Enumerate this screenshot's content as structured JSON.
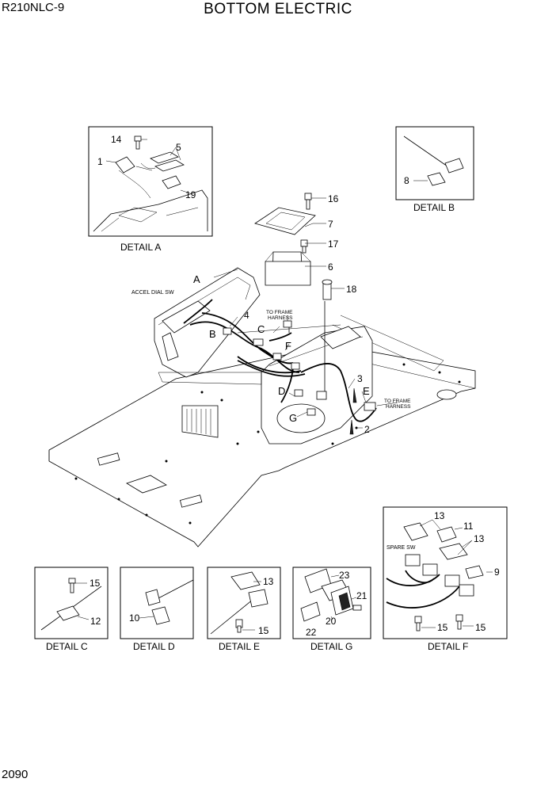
{
  "header": {
    "model": "R210NLC-9",
    "title": "BOTTOM ELECTRIC"
  },
  "footer": {
    "page_number": "2090"
  },
  "detail_labels": {
    "a": "DETAIL A",
    "b": "DETAIL B",
    "c": "DETAIL C",
    "d": "DETAIL D",
    "e": "DETAIL E",
    "f": "DETAIL F",
    "g": "DETAIL  G"
  },
  "callouts": {
    "p1": "1",
    "p2": "2",
    "p3": "3",
    "p4": "4",
    "p5": "5",
    "p6": "6",
    "p7": "7",
    "p8": "8",
    "p9": "9",
    "p10": "10",
    "p11": "11",
    "p12": "12",
    "p13": "13",
    "p14": "14",
    "p15": "15",
    "p16": "16",
    "p17": "17",
    "p18": "18",
    "p19": "19",
    "p20": "20",
    "p21": "21",
    "p22": "22",
    "p23": "23"
  },
  "letters": {
    "a": "A",
    "b": "B",
    "c": "C",
    "d": "D",
    "e": "E",
    "f": "F",
    "g": "G"
  },
  "notes": {
    "accel_dial_sw": "ACCEL DIAL SW",
    "to_frame": "TO FRAME",
    "harness": "HARNESS",
    "spare_sw": "SPARE SW"
  }
}
